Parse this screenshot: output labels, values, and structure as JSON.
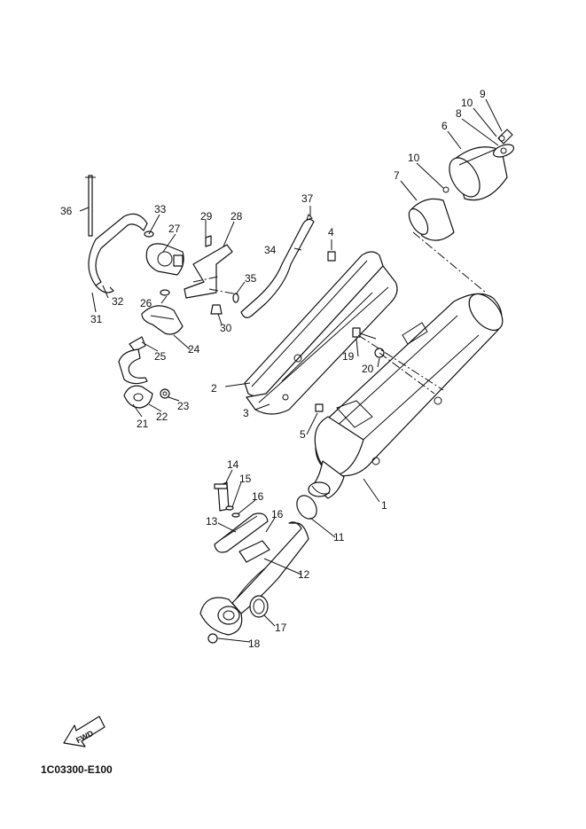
{
  "diagram": {
    "code": "1C03300-E100",
    "fwd_label": "FWD",
    "callouts": {
      "n1": "1",
      "n2": "2",
      "n3": "3",
      "n4": "4",
      "n5": "5",
      "n6": "6",
      "n7": "7",
      "n8": "8",
      "n9": "9",
      "n10a": "10",
      "n10b": "10",
      "n11": "11",
      "n12": "12",
      "n13": "13",
      "n14": "14",
      "n15": "15",
      "n16a": "16",
      "n16b": "16",
      "n17": "17",
      "n18": "18",
      "n19": "19",
      "n20": "20",
      "n21": "21",
      "n22": "22",
      "n23": "23",
      "n24": "24",
      "n25": "25",
      "n26": "26",
      "n27": "27",
      "n28": "28",
      "n29": "29",
      "n30": "30",
      "n31": "31",
      "n32": "32",
      "n33": "33",
      "n34": "34",
      "n35": "35",
      "n36": "36",
      "n37": "37"
    }
  }
}
